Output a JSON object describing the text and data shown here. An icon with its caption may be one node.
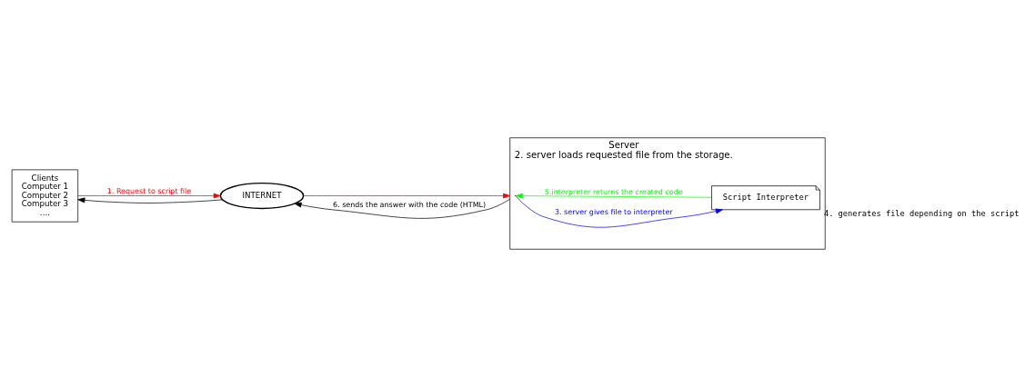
{
  "diagram": {
    "nodes": [
      {
        "text": [
          "Clients",
          "Computer 1",
          "Computer 2",
          "Computer 3",
          "...."
        ]
      },
      {
        "text": [
          "INTERNET"
        ]
      },
      {
        "text": [
          "Server",
          "2. server loads requested file from the storage."
        ]
      },
      {
        "text": [
          "Script Interpreter"
        ],
        "in": 2,
        "beside": [
          "4. generates file depending on the script"
        ]
      }
    ],
    "edges": [
      {
        "from": 0,
        "to": 1,
        "arrow": "to",
        "label": "1. Request to script file",
        "color": "#ff0000"
      },
      {
        "from": 1,
        "to": 0,
        "arrow": "to",
        "color": "#000000"
      },
      {
        "from": 1,
        "to": 2,
        "arrow": "to",
        "color": "#ff0000"
      },
      {
        "from": 2,
        "to": 1,
        "arrow": "to",
        "label": "6. sends the answer with the code (HTML)",
        "color": "#000000"
      },
      {
        "from": 2,
        "to": 3,
        "arrow": "to",
        "label": "3. server gives file to interpreter",
        "color": "#0000ff"
      },
      {
        "from": 3,
        "to": 2,
        "arrow": "to",
        "label": "5.interpreter returns the created code",
        "color": "#00ff00"
      }
    ]
  }
}
